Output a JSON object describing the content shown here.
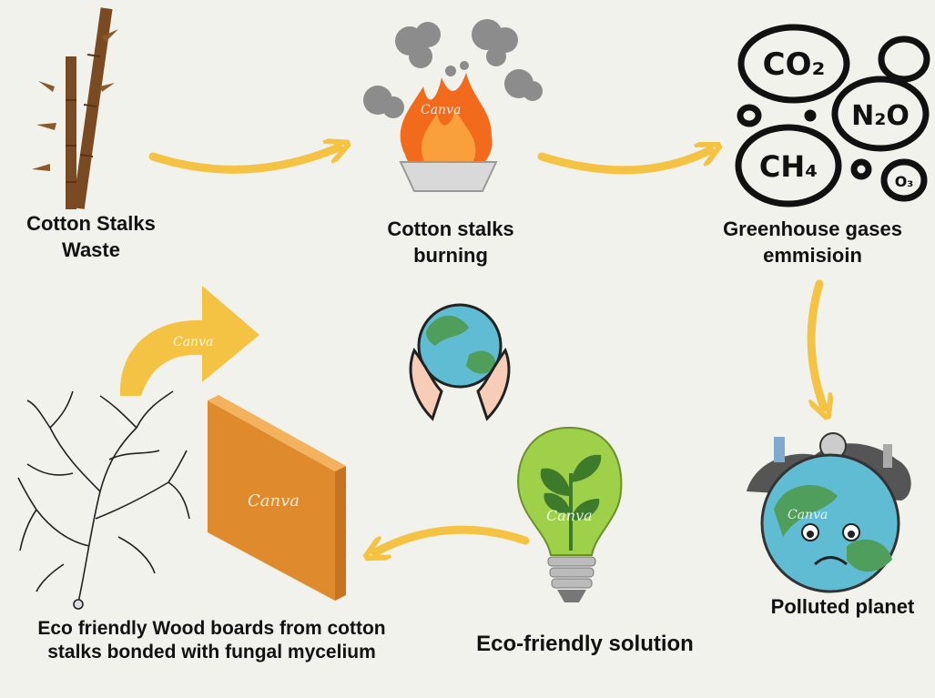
{
  "labels": {
    "waste": "Cotton Stalks Waste",
    "burning": "Cotton stalks burning",
    "emission": "Greenhouse gases emmisioin",
    "polluted": "Polluted planet",
    "solution": "Eco-friendly solution",
    "boards": "Eco friendly Wood boards from cotton stalks bonded with fungal mycelium"
  },
  "gases": {
    "co2": "CO₂",
    "n2o": "N₂O",
    "ch4": "CH₄",
    "o3": "O₃"
  },
  "watermark": "Canva",
  "colors": {
    "arrow": "#f5c343",
    "bamboo": "#7a4a22",
    "fire": "#f26a1b",
    "smoke": "#8c8c8c",
    "board": "#e08a2e",
    "bulb": "#9fd04a",
    "earth_ocean": "#5fbcd3",
    "earth_land": "#4f9e5c"
  }
}
